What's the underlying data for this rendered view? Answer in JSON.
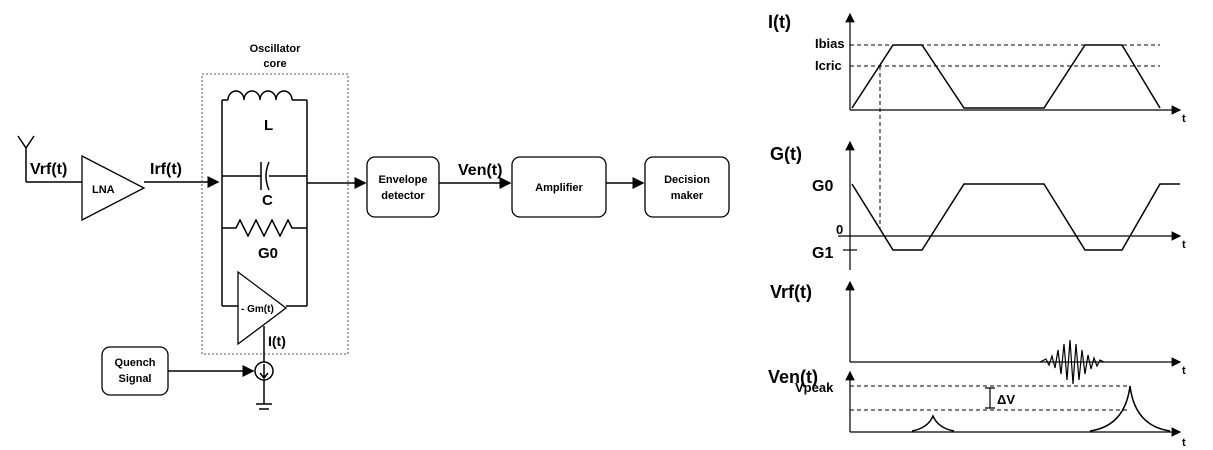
{
  "circuit": {
    "input_label": "Vrf(t)",
    "lna_label": "LNA",
    "irf_label": "Irf(t)",
    "oscillator_title_line1": "Oscillator",
    "oscillator_title_line2": "core",
    "inductor_label": "L",
    "capacitor_label": "C",
    "resistor_label": "G0",
    "gm_label": "- Gm(t)",
    "current_label": "I(t)",
    "quench_line1": "Quench",
    "quench_line2": "Signal",
    "envelope_line1": "Envelope",
    "envelope_line2": "detector",
    "ven_label": "Ven(t)",
    "amplifier_label": "Amplifier",
    "decision_line1": "Decision",
    "decision_line2": "maker"
  },
  "waveforms": {
    "it": {
      "title": "I(t)",
      "ibias": "Ibias",
      "icric": "Icric",
      "t": "t"
    },
    "gt": {
      "title": "G(t)",
      "g0": "G0",
      "g1": "G1",
      "zero": "0",
      "t": "t"
    },
    "vrf": {
      "title": "Vrf(t)",
      "t": "t"
    },
    "ven": {
      "title": "Ven(t)",
      "vpeak": "Vpeak",
      "dv": "ΔV",
      "t": "t"
    }
  }
}
